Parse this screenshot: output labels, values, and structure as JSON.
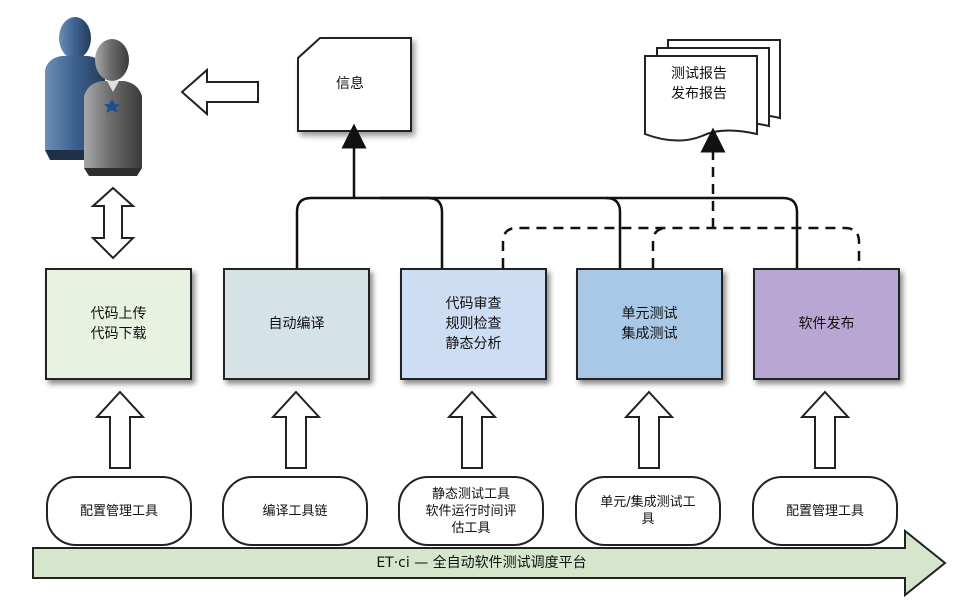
{
  "stages": [
    {
      "label": "代码上传\n代码下载",
      "color": "#e8f2e1"
    },
    {
      "label": "自动编译",
      "color": "#d6e3e6"
    },
    {
      "label": "代码审查\n规则检查\n静态分析",
      "color": "#cdddf4"
    },
    {
      "label": "单元测试\n集成测试",
      "color": "#a9c8e6"
    },
    {
      "label": "软件发布",
      "color": "#b9a7d3"
    }
  ],
  "tools": [
    {
      "label": "配置管理工具"
    },
    {
      "label": "编译工具链"
    },
    {
      "label": "静态测试工具\n软件运行时间评\n估工具"
    },
    {
      "label": "单元/集成测试工\n具"
    },
    {
      "label": "配置管理工具"
    }
  ],
  "info_label": "信息",
  "report_label": "测试报告\n发布报告",
  "platform_label": "ET·ci — 全自动软件测试调度平台",
  "platform_color": "#d5e6cc",
  "users_icon": "users-icon"
}
